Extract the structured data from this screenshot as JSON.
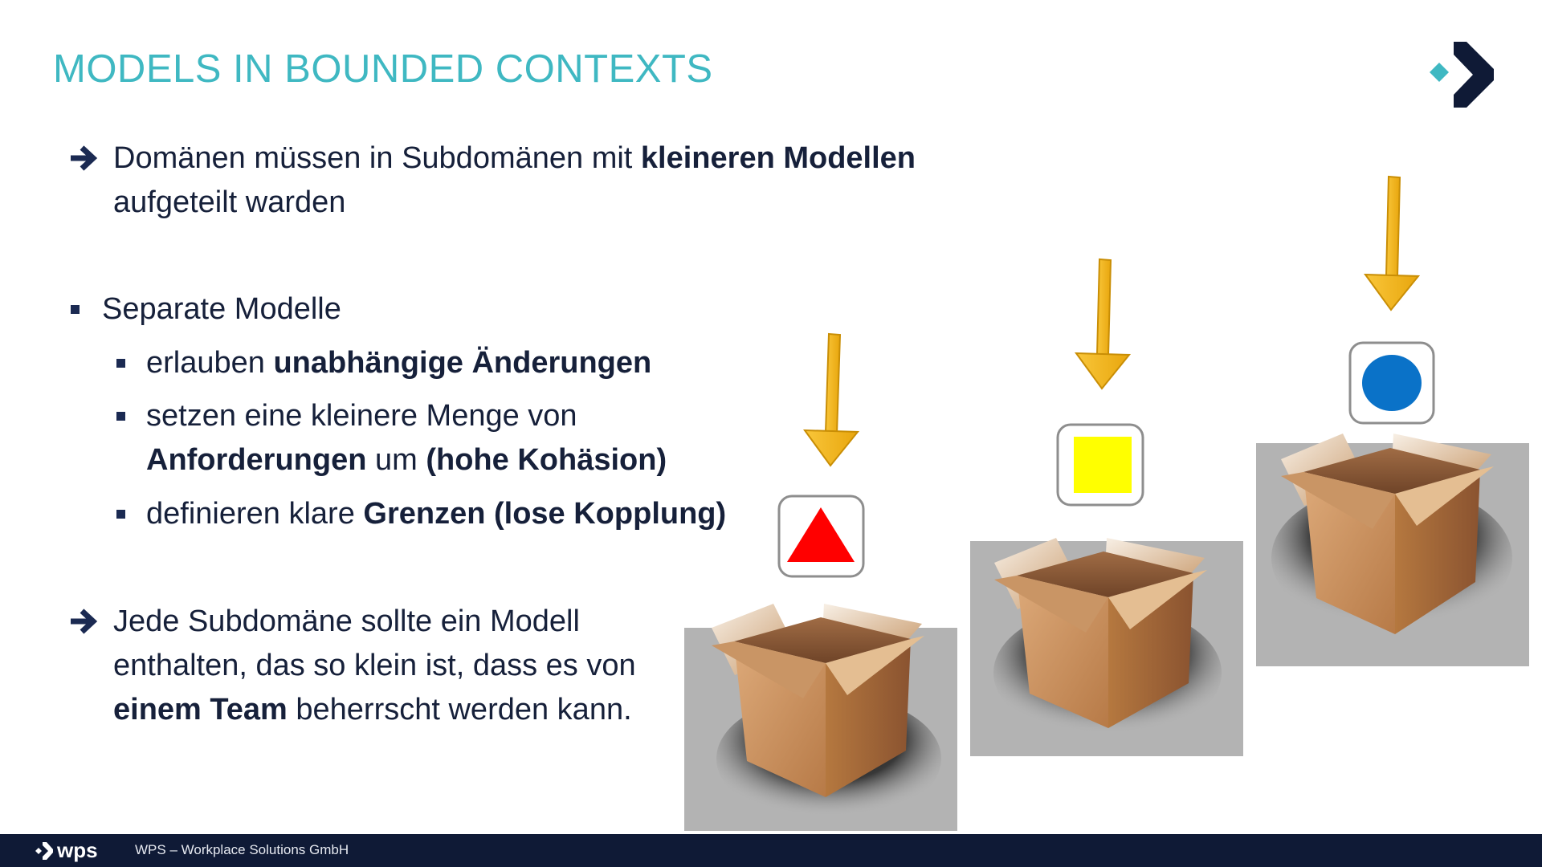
{
  "slide": {
    "title": "MODELS IN BOUNDED CONTEXTS",
    "point1": {
      "line1_normal": "Domänen müssen in Subdomänen mit ",
      "line1_bold": "kleineren Modellen",
      "line2": "aufgeteilt warden"
    },
    "section": {
      "label": "Separate Modelle",
      "item1": {
        "normal": "erlauben ",
        "bold": "unabhängige Änderungen"
      },
      "item2": {
        "line1": "setzen eine kleinere Menge von",
        "bold1": "Anforderungen",
        "normal": " um ",
        "bold2": "(hohe Kohäsion)"
      },
      "item3": {
        "normal": "definieren klare ",
        "bold": "Grenzen (lose Kopplung)"
      }
    },
    "point2": {
      "line1": "Jede Subdomäne sollte ein Modell",
      "line2": "enthalten, das so klein ist, dass es von",
      "line3_bold": "einem Team",
      "line3_normal": " beherrscht werden kann."
    }
  },
  "footer": {
    "brand": "wps",
    "company": "WPS – Workplace Solutions GmbH"
  },
  "colors": {
    "title": "#3fb8c2",
    "text": "#16203a",
    "footer_bg": "#0f1a36",
    "arrow": "#f5b719",
    "triangle": "#ff0000",
    "square": "#ffff00",
    "circle": "#0a72c8",
    "box": "#c98c58"
  },
  "icons": {
    "logo": "wps-chevron-logo-icon",
    "bullet_arrow": "arrow-right-icon",
    "triangle": "red-triangle-icon",
    "square": "yellow-square-icon",
    "circle": "blue-circle-icon",
    "box": "open-box-icon",
    "down_arrow": "arrow-down-icon"
  }
}
